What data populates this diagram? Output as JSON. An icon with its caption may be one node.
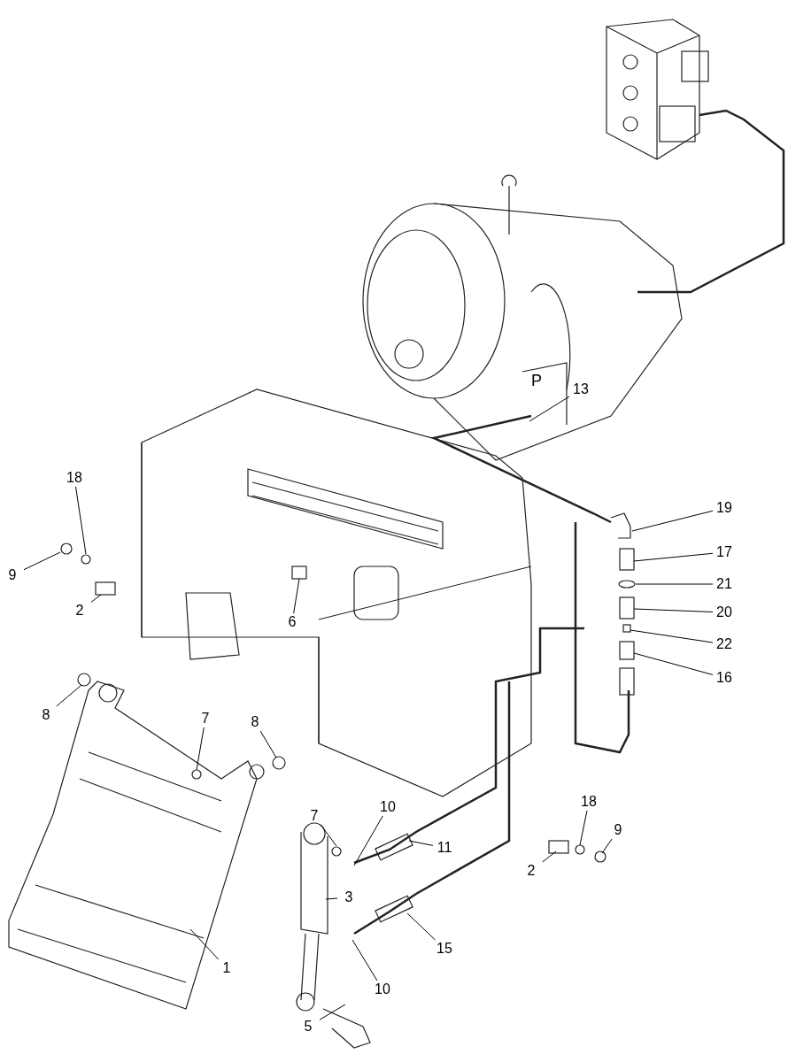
{
  "diagram": {
    "nodes": [
      {
        "text": [
          "13"
        ]
      },
      {
        "text": [
          "18"
        ]
      },
      {
        "text": [
          "19"
        ]
      },
      {
        "text": [
          "9"
        ]
      },
      {
        "text": [
          "17"
        ]
      },
      {
        "text": [
          "21"
        ]
      },
      {
        "text": [
          "2"
        ]
      },
      {
        "text": [
          "6"
        ]
      },
      {
        "text": [
          "20"
        ]
      },
      {
        "text": [
          "22"
        ]
      },
      {
        "text": [
          "8"
        ]
      },
      {
        "text": [
          "16"
        ]
      },
      {
        "text": [
          "7"
        ]
      },
      {
        "text": [
          "8"
        ]
      },
      {
        "text": [
          "10"
        ]
      },
      {
        "text": [
          "7"
        ]
      },
      {
        "text": [
          "18"
        ]
      },
      {
        "text": [
          "9"
        ]
      },
      {
        "text": [
          "11"
        ]
      },
      {
        "text": [
          "2"
        ]
      },
      {
        "text": [
          "3"
        ]
      },
      {
        "text": [
          "15"
        ]
      },
      {
        "text": [
          "1"
        ]
      },
      {
        "text": [
          "10"
        ]
      },
      {
        "text": [
          "5"
        ]
      }
    ],
    "edges": [
      {
        "from": 0,
        "to": null,
        "arrow": "none"
      },
      {
        "from": 1,
        "to": null,
        "arrow": "none"
      },
      {
        "from": 2,
        "to": null,
        "arrow": "none"
      },
      {
        "from": 3,
        "to": null,
        "arrow": "none"
      },
      {
        "from": 4,
        "to": null,
        "arrow": "none"
      },
      {
        "from": 5,
        "to": null,
        "arrow": "none"
      },
      {
        "from": 6,
        "to": null,
        "arrow": "none"
      },
      {
        "from": 7,
        "to": null,
        "arrow": "none"
      },
      {
        "from": 8,
        "to": null,
        "arrow": "none"
      },
      {
        "from": 9,
        "to": null,
        "arrow": "none"
      },
      {
        "from": 10,
        "to": null,
        "arrow": "none"
      },
      {
        "from": 11,
        "to": null,
        "arrow": "none"
      },
      {
        "from": 12,
        "to": null,
        "arrow": "none"
      },
      {
        "from": 13,
        "to": null,
        "arrow": "none"
      },
      {
        "from": 14,
        "to": null,
        "arrow": "none"
      },
      {
        "from": 15,
        "to": null,
        "arrow": "none"
      },
      {
        "from": 16,
        "to": null,
        "arrow": "none"
      },
      {
        "from": 17,
        "to": null,
        "arrow": "none"
      },
      {
        "from": 18,
        "to": null,
        "arrow": "none"
      },
      {
        "from": 19,
        "to": null,
        "arrow": "none"
      },
      {
        "from": 20,
        "to": null,
        "arrow": "none"
      },
      {
        "from": 21,
        "to": null,
        "arrow": "none"
      },
      {
        "from": 22,
        "to": null,
        "arrow": "none"
      },
      {
        "from": 23,
        "to": null,
        "arrow": "none"
      },
      {
        "from": 24,
        "to": null,
        "arrow": "none"
      }
    ],
    "labels": [
      "P"
    ]
  }
}
